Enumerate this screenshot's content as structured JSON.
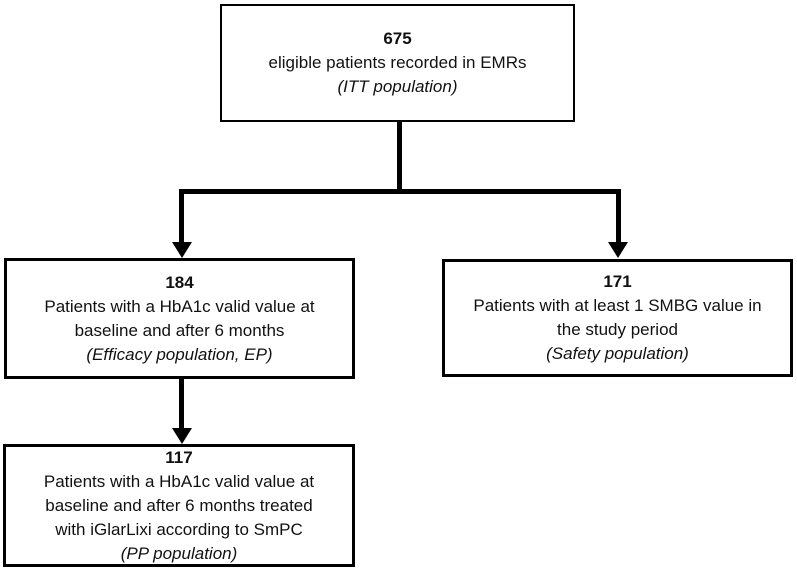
{
  "figure": {
    "type": "patient-flow-diagram",
    "background_color": "#ffffff",
    "line_color": "#000000",
    "text_color": "#111111"
  },
  "boxes": {
    "itt": {
      "count": "675",
      "line1": "eligible patients recorded in EMRs",
      "population": "(ITT population)"
    },
    "efficacy": {
      "count": "184",
      "line1": "Patients with a HbA1c valid value at",
      "line2": "baseline and after 6 months",
      "population": "(Efficacy population, EP)"
    },
    "safety": {
      "count": "171",
      "line1": "Patients with at least 1 SMBG value in",
      "line2": "the study period",
      "population": "(Safety population)"
    },
    "pp": {
      "count": "117",
      "line1": "Patients with a HbA1c valid value at",
      "line2": "baseline and after 6 months treated",
      "line3": "with iGlarLixi according to SmPC",
      "population": "(PP population)"
    }
  }
}
